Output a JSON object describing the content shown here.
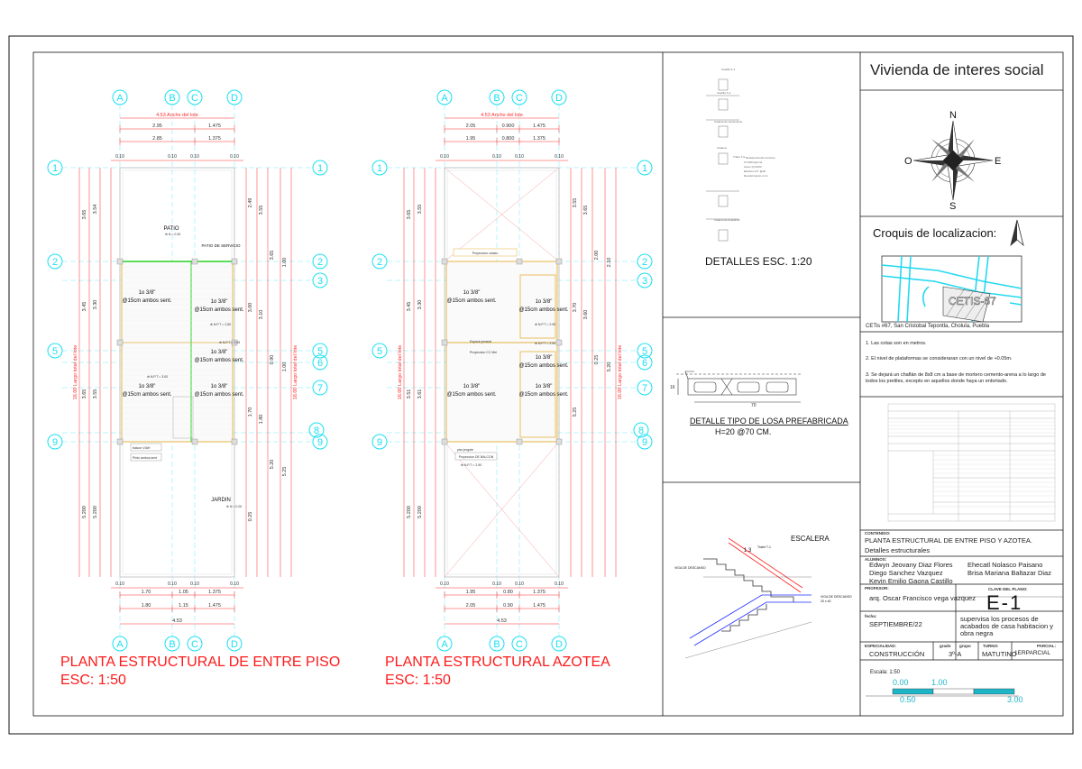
{
  "sheet": {
    "project_title": "Vivienda de interes social",
    "compass": {
      "n": "N",
      "s": "S",
      "e": "E",
      "w": "O"
    },
    "location_title": "Croquis de localizacion:",
    "location_label": "CETIS-67",
    "location_address": "CETis #67, San Cristobal Tepontla, Cholula, Puebla",
    "notes": [
      "1. Las cotas son en metros.",
      "2. El nivel de plataformas se consideraran con un nivel de  +0.05m.",
      "3. Se dejará un chaflán de 8x8 cm a base de mortero cemento-arena a lo largo de todos los pretiles, excepto en aquellos donde haya un entortado."
    ],
    "contenido_label": "CONTENIDO:",
    "contenido": "PLANTA ESTRUCTURAL DE ENTRE PISO Y AZOTEA.",
    "contenido_sub": "Detalles estructurales",
    "alumnos_label": "ALUMNOS:",
    "alumnos_left": [
      "Edwyn Jeovany Diaz Flores",
      "Diego Sanchez Vazquez",
      "Kevin Emilio Gaona Castillo"
    ],
    "alumnos_right": [
      "Ehecatl Nolasco Paisano",
      "Brisa Mariana Baltazar Diaz"
    ],
    "profesor_label": "PROFESOR:",
    "profesor": "arq. Oscar Francisco vega vazquez",
    "clave_label": "CLAVE DEL PLANO:",
    "clave": "E-1",
    "fecha_label": "fecha:",
    "fecha": "SEPTIEMBRE/22",
    "supervision": "supervisa los procesos de acabados de casa habitacion y obra negra",
    "especialidad_label": "ESPECIALIDAD:",
    "especialidad": "CONSTRUCCIÓN",
    "grado_label": "grado",
    "grupo_label": "grupo",
    "grado_grupo": "3º-A",
    "turno_label": "TURNO:",
    "turno": "MATUTINO",
    "parcial_label": "PARCIAL:",
    "parcial": "1ERPARCIAL",
    "escala_label": "Escala: 1:50",
    "escala_marks": [
      "0.00",
      "1.00",
      "0.50",
      "3.00"
    ]
  },
  "plans": [
    {
      "title": "PLANTA ESTRUCTURAL DE ENTRE PISO",
      "scale": "ESC: 1:50",
      "axes_x": [
        "A",
        "B",
        "C",
        "D"
      ],
      "axes_y": [
        "1",
        "2",
        "3",
        "5",
        "6",
        "7",
        "8",
        "9"
      ],
      "lot_width": "4.53  Ancho del lote",
      "lot_length": "16.00  Largo total del lote",
      "top_dims1": [
        "2.95",
        "1.475"
      ],
      "top_dims2": [
        "2.85",
        "1.375"
      ],
      "wall_dims": [
        "0.10",
        "0.10",
        "0.10",
        "0.10"
      ],
      "bottom_dims1": [
        "1.70",
        "1.05",
        "1.375"
      ],
      "bottom_dims2": [
        "1.80",
        "1.15",
        "1.475"
      ],
      "bottom_total": "4.53",
      "left_dims": [
        "3.65",
        "3.54",
        "3.45",
        "3.30",
        "3.65",
        "3.55",
        "5.200",
        "5.200"
      ],
      "right_dims": [
        "2.49",
        "3.55",
        "3.65",
        "1.00",
        "3.00",
        "3.10",
        "0.90",
        "1.00",
        "1.70",
        "1.80",
        "5.20",
        "5.25",
        "0.25"
      ],
      "rooms": [
        "PATIO",
        "PATIO DE SERVICIO",
        "JARDIN"
      ],
      "levels": [
        "N = 0.00",
        "N.P.T = 2.80",
        "N.P.T = 2.95",
        "N.P.T = 3.00"
      ],
      "rebar": [
        "1o 3/8\"",
        "@15cm ambos sent."
      ],
      "tags": [
        "balcon VIAH",
        "Pinto ambos sent"
      ]
    },
    {
      "title": "PLANTA ESTRUCTURAL AZOTEA",
      "scale": "ESC: 1:50",
      "axes_x": [
        "A",
        "B",
        "C",
        "D"
      ],
      "axes_y": [
        "1",
        "2",
        "3",
        "5",
        "6",
        "7",
        "8",
        "9"
      ],
      "lot_width": "4.53  Ancho del lote",
      "lot_length": "16.00  Largo total del lote",
      "top_dims1": [
        "2.05",
        "0.900",
        "1.475"
      ],
      "top_dims2": [
        "1.95",
        "0.800",
        "1.375"
      ],
      "wall_dims": [
        "0.10",
        "0.10",
        "0.10",
        "0.10"
      ],
      "bottom_dims1": [
        "1.95",
        "0.80",
        "1.375"
      ],
      "bottom_dims2": [
        "2.05",
        "0.90",
        "1.475"
      ],
      "bottom_total": "4.53",
      "left_dims": [
        "3.65",
        "3.55",
        "3.45",
        "3.30",
        "3.51",
        "3.61",
        "5.200",
        "5.200"
      ],
      "right_dims": [
        "3.55",
        "3.65",
        "2.00",
        "2.10",
        "3.70",
        "3.60",
        "0.25",
        "5.20",
        "5.25"
      ],
      "rooms": [
        "Proyeccion volado",
        "Proyeccion DE BALCON"
      ],
      "levels": [
        "N.P.T = 2.95",
        "N.P.T = 2.90"
      ],
      "rebar": [
        "1o 3/8\"",
        "@15cm ambos sent."
      ],
      "tags": [
        "Espacio jerarial",
        "Proyeccion CC Mel",
        "piso jergote"
      ]
    }
  ],
  "details": {
    "title": "DETALLES    ESC. 1:20",
    "slab_title": "DETALLE TIPO DE LOSA PREFABRICADA",
    "slab_dims": "H=20        @70 CM.",
    "slab_small": [
      "16",
      "70"
    ],
    "stair_title": "ESCALERA",
    "stair_labels": [
      "VIGA DE DESCANSO",
      "VIGA DE DESCANSO",
      "20 x 40",
      "Trabe T-1",
      "1 3"
    ]
  }
}
